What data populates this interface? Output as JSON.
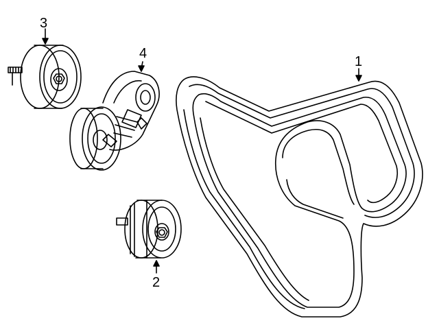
{
  "callouts": [
    {
      "number": "1",
      "part": "belt"
    },
    {
      "number": "2",
      "part": "idler-pulley-lower"
    },
    {
      "number": "3",
      "part": "idler-pulley-upper"
    },
    {
      "number": "4",
      "part": "belt-tensioner"
    }
  ],
  "colors": {
    "line": "#000000",
    "background": "#ffffff"
  }
}
